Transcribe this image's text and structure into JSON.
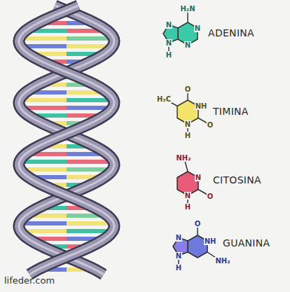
{
  "diagram": {
    "labels": [
      "H₂N",
      "N",
      "N",
      "N",
      "N",
      "H",
      "ADENINA",
      "H₃C",
      "O",
      "NH",
      "O",
      "N",
      "H",
      "TIMINA",
      "NH₂",
      "N",
      "O",
      "N",
      "H",
      "CITOSINA",
      "O",
      "NH",
      "NH₂",
      "N",
      "N",
      "H",
      "GUANINA",
      "lifeder.com"
    ]
  }
}
